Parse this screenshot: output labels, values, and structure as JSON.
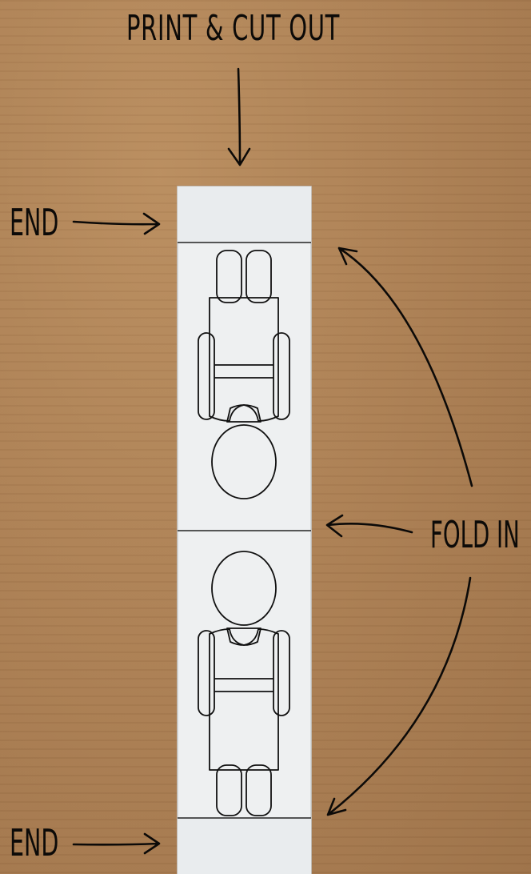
{
  "labels": {
    "title": "PRINT & CUT OUT",
    "end_top": "END",
    "end_bottom": "END",
    "fold_in": "FOLD IN"
  },
  "colors": {
    "cardboard": "#a97d52",
    "paper": "#eef0f1",
    "ink": "#0c0a08"
  },
  "icons": {
    "figure_top": "person-outline-inverted",
    "figure_bottom": "person-outline-upright"
  }
}
